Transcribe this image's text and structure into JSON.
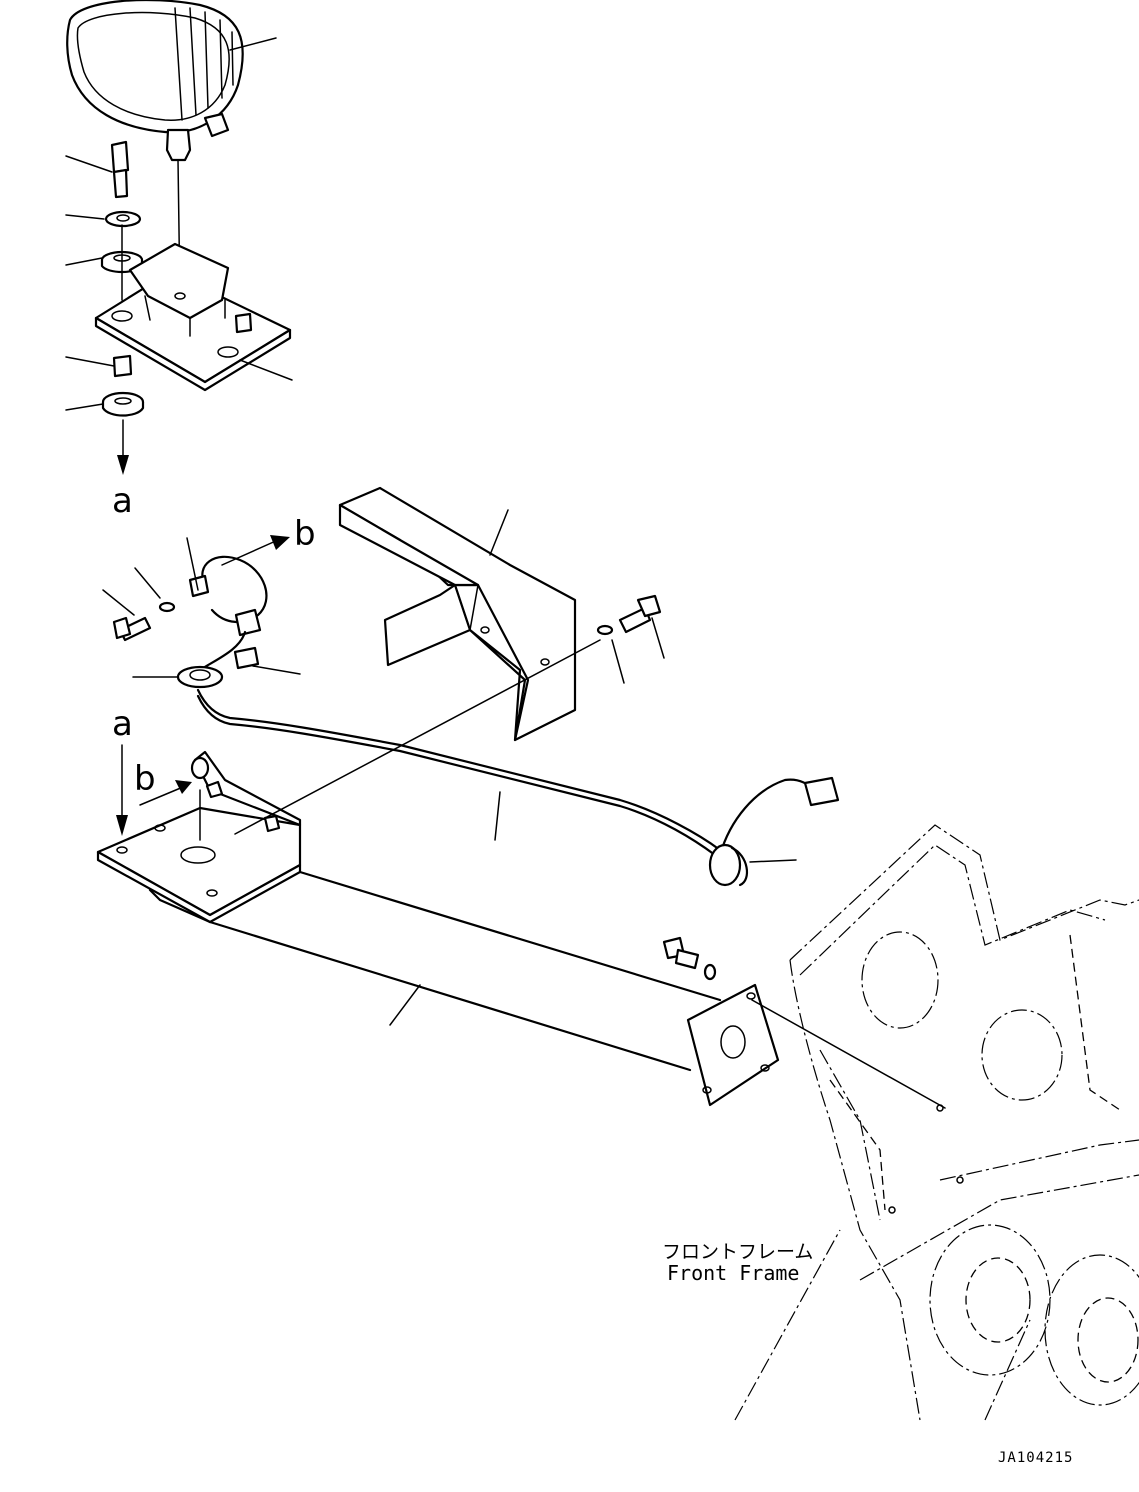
{
  "callouts": {
    "a": "a",
    "b": "b"
  },
  "front_frame": {
    "japanese": "フロントフレーム",
    "english": "Front Frame"
  },
  "drawing_code": "JA104215"
}
